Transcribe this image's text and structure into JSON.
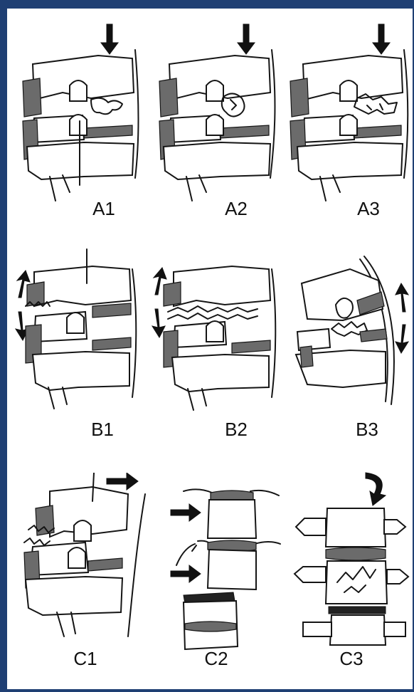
{
  "panels": [
    {
      "id": "A1",
      "label": "A1",
      "arrow": "down"
    },
    {
      "id": "A2",
      "label": "A2",
      "arrow": "down"
    },
    {
      "id": "A3",
      "label": "A3",
      "arrow": "down"
    },
    {
      "id": "B1",
      "label": "B1",
      "arrow": "distraction"
    },
    {
      "id": "B2",
      "label": "B2",
      "arrow": "distraction"
    },
    {
      "id": "B3",
      "label": "B3",
      "arrow": "distraction"
    },
    {
      "id": "C1",
      "label": "C1",
      "arrow": "right"
    },
    {
      "id": "C2",
      "label": "C2",
      "arrow": "right-double"
    },
    {
      "id": "C3",
      "label": "C3",
      "arrow": "rotation"
    }
  ],
  "colors": {
    "border": "#1f3f73",
    "ink": "#151515",
    "hatch": "#6b6b6b",
    "background": "#ffffff"
  }
}
